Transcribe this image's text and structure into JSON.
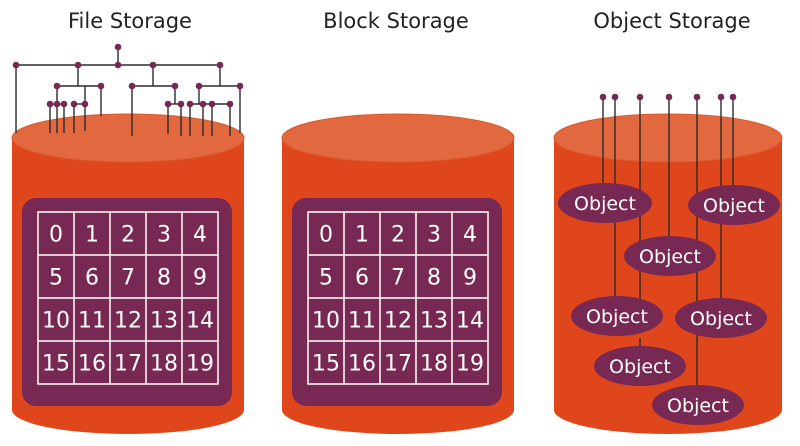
{
  "titles": {
    "file": "File Storage",
    "block": "Block Storage",
    "object": "Object Storage"
  },
  "grid_cells": [
    "0",
    "1",
    "2",
    "3",
    "4",
    "5",
    "6",
    "7",
    "8",
    "9",
    "10",
    "11",
    "12",
    "13",
    "14",
    "15",
    "16",
    "17",
    "18",
    "19"
  ],
  "object_label": "Object",
  "colors": {
    "cylinder_body": "#e0461b",
    "cylinder_top": "#e2693f",
    "cylinder_top_edge": "#d9592c",
    "panel": "#772953",
    "grid_line": "#ffffff",
    "cell_text": "#ffffff",
    "object_fill": "#772953",
    "object_text": "#ffffff",
    "lines": "#2b2b2b",
    "dots": "#772953",
    "title_text": "#222222"
  }
}
